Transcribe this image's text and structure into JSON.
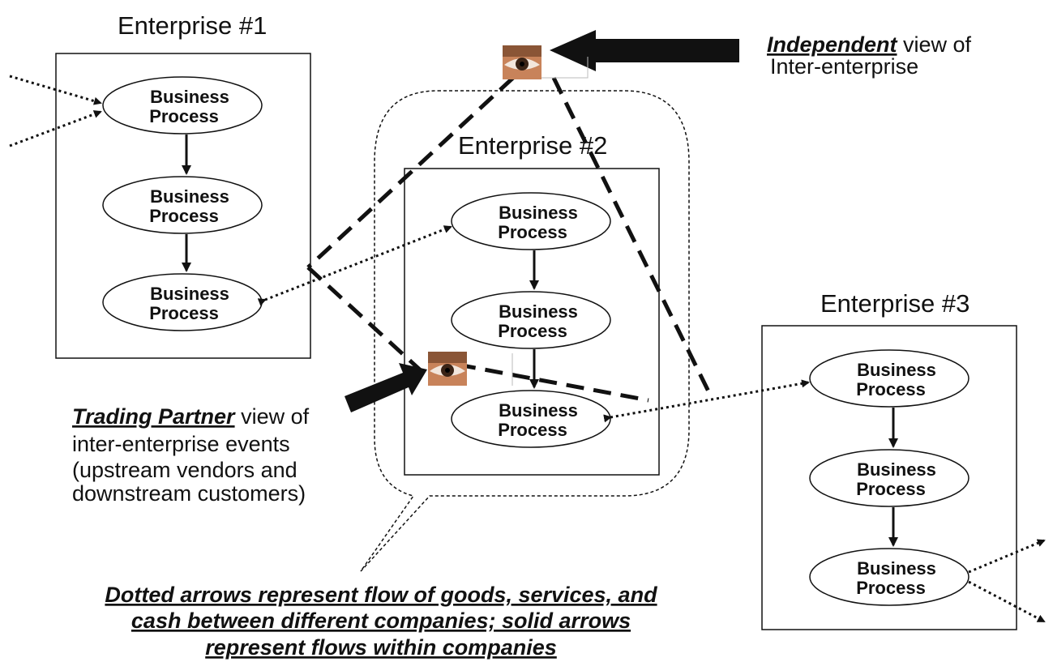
{
  "enterprises": [
    {
      "title": "Enterprise #1",
      "processes": [
        "Business Process",
        "Business Process",
        "Business Process"
      ]
    },
    {
      "title": "Enterprise #2",
      "processes": [
        "Business Process",
        "Business Process",
        "Business Process"
      ]
    },
    {
      "title": "Enterprise #3",
      "processes": [
        "Business Process",
        "Business Process",
        "Business Process"
      ]
    }
  ],
  "process_label_line1": "Business",
  "process_label_line2": "Process",
  "independent_view": {
    "emphasis": "Independent",
    "rest": " view of",
    "line2": "Inter-enterprise"
  },
  "trading_partner_view": {
    "emphasis": "Trading Partner",
    "rest": " view of",
    "line2": "inter-enterprise events",
    "line3": "(upstream vendors and",
    "line4": "downstream customers)"
  },
  "footer": {
    "line1": "Dotted arrows represent flow of goods, services, and",
    "line2": "cash between different companies; solid arrows",
    "line3": "represent flows within companies"
  },
  "icons": [
    "eye-icon",
    "eye-icon"
  ],
  "colors": {
    "ink": "#111111",
    "skin": "#c8835a",
    "iris": "#3b2416"
  }
}
